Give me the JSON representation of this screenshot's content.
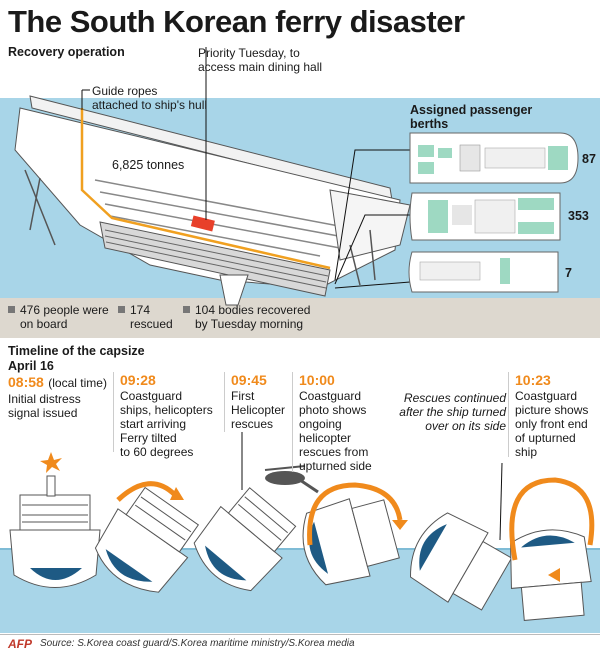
{
  "title": "The South Korean ferry disaster",
  "recovery": {
    "heading": "Recovery operation",
    "priority_note": "Priority Tuesday, to access main dining hall",
    "priority_line1": "Priority Tuesday, to",
    "priority_line2": "access main dining hall",
    "ropes_line1": "Guide ropes",
    "ropes_line2": "attached to ship's hull",
    "tonnage": "6,825 tonnes",
    "berths_heading_line1": "Assigned passenger",
    "berths_heading_line2": "berths",
    "berths": [
      {
        "deck": "upper",
        "count": "87"
      },
      {
        "deck": "middle",
        "count": "353"
      },
      {
        "deck": "lower",
        "count": "7"
      }
    ]
  },
  "stats": [
    {
      "line1": "476 people were",
      "line2": "on board"
    },
    {
      "line1": "174",
      "line2": "rescued"
    },
    {
      "line1": "104 bodies recovered",
      "line2": "by Tuesday morning"
    }
  ],
  "timeline": {
    "heading": "Timeline of the capsize",
    "date": "April 16",
    "events": [
      {
        "time": "08:58",
        "time_suffix": "(local time)",
        "lines": [
          "Initial distress",
          "signal issued"
        ]
      },
      {
        "time": "09:28",
        "lines": [
          "Coastguard",
          "ships, helicopters",
          "start arriving",
          "Ferry tilted",
          "to 60 degrees"
        ]
      },
      {
        "time": "09:45",
        "lines": [
          "First",
          "Helicopter",
          "rescues"
        ]
      },
      {
        "time": "10:00",
        "lines": [
          "Coastguard",
          "photo shows",
          "ongoing",
          "helicopter",
          "rescues from",
          "upturned side"
        ]
      },
      {
        "time": "",
        "lines": [
          "Rescues continued",
          "after the ship turned",
          "over  on its side"
        ]
      },
      {
        "time": "10:23",
        "lines": [
          "Coastguard",
          "picture shows",
          "only front end",
          "of upturned",
          "ship"
        ]
      }
    ]
  },
  "footer": {
    "agency": "AFP",
    "source": "Source: S.Korea coast guard/S.Korea maritime ministry/S.Korea media"
  },
  "colors": {
    "sea": "#a8d5e8",
    "accent": "#f08a1c",
    "hull_dark": "#1e5a84",
    "highlight": "#e8402a"
  }
}
